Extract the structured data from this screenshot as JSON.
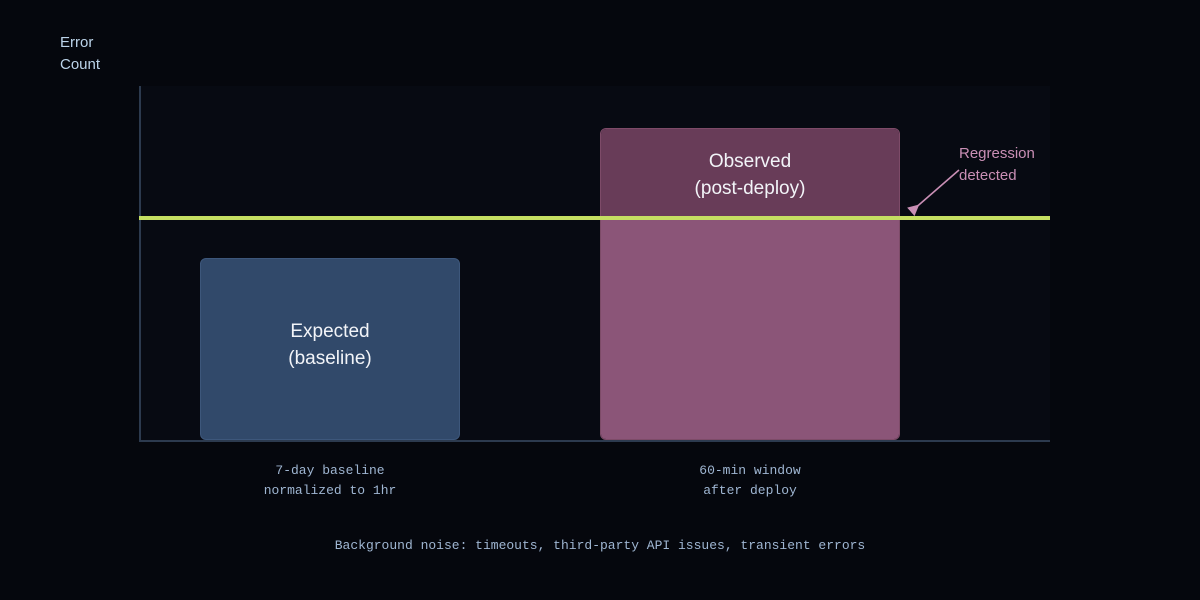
{
  "axis": {
    "y_title": "Error\nCount"
  },
  "annotation": {
    "text": "Regression\ndetected",
    "arrow_icon": "arrow-down-left-icon"
  },
  "footnote": "Background noise: timeouts, third-party API issues, transient errors",
  "colors": {
    "background": "#05070d",
    "plot_background": "#070a12",
    "axis_line": "#2c3a4e",
    "expected_bar": "#31496a",
    "observed_bar_above_threshold": "#683c58",
    "observed_bar_below_threshold": "#8b5578",
    "threshold_line": "#c5df62",
    "annotation_text": "#c98fb5",
    "axis_title_text": "#bcd4ea",
    "tick_text": "#9fb6d2",
    "bar_label_text": "#f2f4f8"
  },
  "chart_data": {
    "type": "bar",
    "title": "",
    "xlabel": "",
    "ylabel": "Error Count",
    "grid": false,
    "legend": "none",
    "categories": [
      "7-day baseline\nnormalized to 1hr",
      "60-min window\nafter deploy"
    ],
    "bar_labels": [
      "Expected\n(baseline)",
      "Observed\n(post-deploy)"
    ],
    "values": [
      51.4,
      88.1
    ],
    "ylim": [
      0,
      100
    ],
    "annotations": [
      {
        "text": "Regression\ndetected",
        "points_to": "threshold-line"
      }
    ],
    "threshold": {
      "label": "",
      "value": 63.3,
      "color": "#c5df62"
    },
    "caption": "Background noise: timeouts, third-party API issues, transient errors"
  }
}
